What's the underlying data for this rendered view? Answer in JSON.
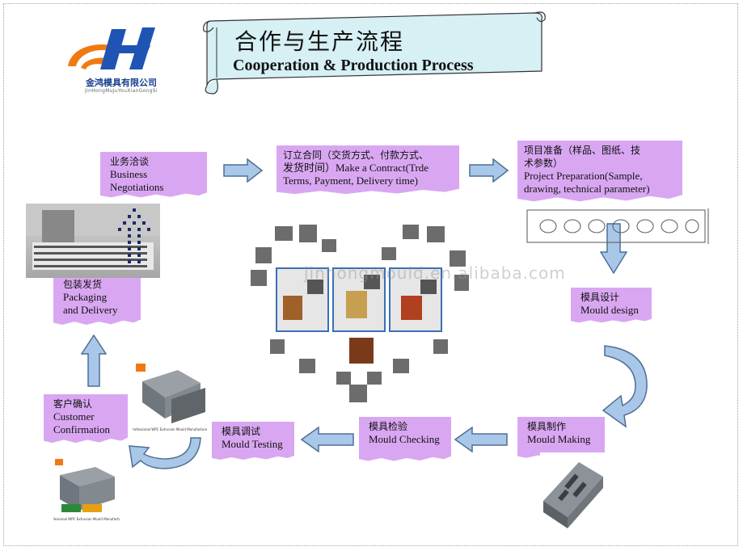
{
  "logo": {
    "mark_text": "JH",
    "company_cn": "金鸿模具有限公司",
    "company_pinyin": "JinHongMuJuYouXianGongSi",
    "colors": {
      "orange": "#f07a12",
      "blue": "#1f54b4"
    }
  },
  "banner": {
    "title_cn": "合作与生产流程",
    "title_en": "Cooperation & Production Process",
    "fill_color": "#d6f0f4"
  },
  "steps": {
    "business": {
      "cn": "业务洽谈",
      "en1": "Business",
      "en2": "Negotiations"
    },
    "contract": {
      "cn": "订立合同（交货方式、付款方式、",
      "cn2": "发货时间）Make a Contract(Trde",
      "en": "Terms, Payment, Delivery time)"
    },
    "prep": {
      "cn": "项目准备（样品、图纸、技",
      "cn2": "术参数）",
      "en1": "Project Preparation(Sample,",
      "en2": "drawing, technical parameter)"
    },
    "design": {
      "cn": "模具设计",
      "en": "Mould design"
    },
    "making": {
      "cn": "模具制作",
      "en": "Mould Making"
    },
    "checking": {
      "cn": "模具检验",
      "en": "Mould Checking"
    },
    "testing": {
      "cn": "模具调试",
      "en": "Mould Testing"
    },
    "confirm": {
      "cn": "客户确认",
      "en1": "Customer",
      "en2": "Confirmation"
    },
    "packaging": {
      "cn": "包装发货",
      "en1": "Packaging",
      "en2": "and Delivery"
    }
  },
  "watermark": "jinhongmould.en.alibaba.com",
  "colors": {
    "note": "#d9a7f2",
    "arrow_fill": "#a9c7e8",
    "arrow_stroke": "#4f6f95"
  }
}
